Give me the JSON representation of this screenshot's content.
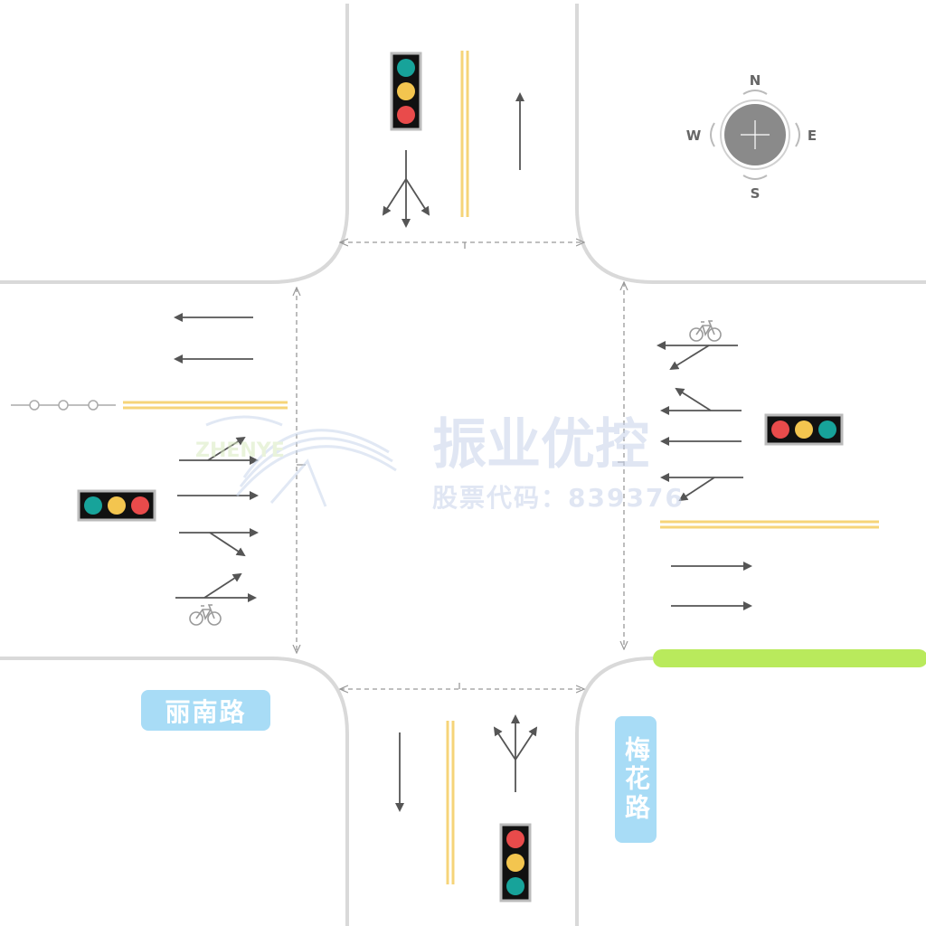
{
  "roads": {
    "west_east_name": "丽南路",
    "north_south_name": "梅花路"
  },
  "compass": {
    "north": "N",
    "south": "S",
    "east": "E",
    "west": "W"
  },
  "watermark": {
    "name": "振业优控",
    "stock": "股票代码：839376",
    "logo_text": "ZHENYE"
  },
  "signals": {
    "north_approach": [
      "teal",
      "yellow",
      "red"
    ],
    "south_approach": [
      "red",
      "yellow",
      "teal"
    ],
    "west_approach": [
      "teal",
      "yellow",
      "red"
    ],
    "east_approach": [
      "red",
      "yellow",
      "teal"
    ]
  },
  "colors": {
    "road_edge": "#d9d9d9",
    "center_line": "#f6d479",
    "arrow": "#555555",
    "crosswalk": "#999999",
    "bike_lane": "#b9ea5c",
    "label_bg": "#a8dcf6",
    "signal_red": "#e94b4b",
    "signal_yellow": "#f3c54f",
    "signal_teal": "#17a39a",
    "watermark": "#c7d3ea"
  },
  "icons": {
    "bicycle": "bicycle-icon",
    "compass": "compass-icon",
    "detector": "loop-detector-icon"
  }
}
